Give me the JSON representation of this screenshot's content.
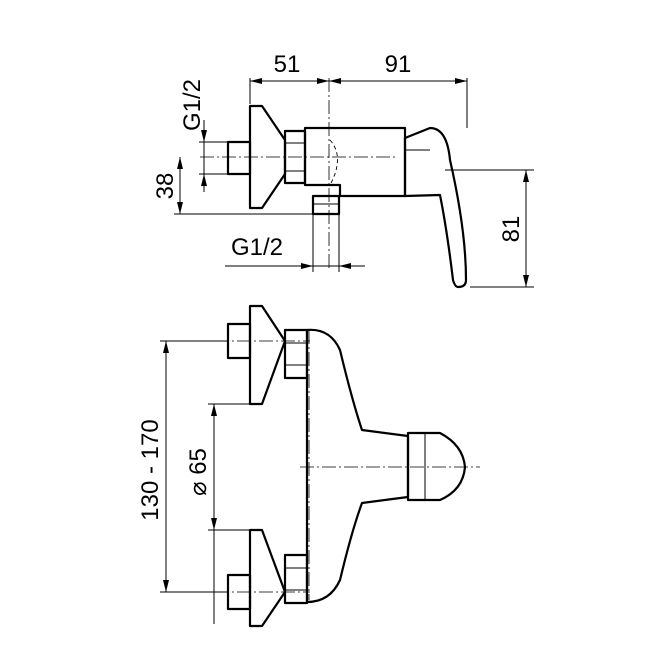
{
  "top_view": {
    "dim_inlet_thread": "G1/2",
    "dim_width_left": "51",
    "dim_width_right": "91",
    "dim_height_inlet": "38",
    "dim_outlet_thread": "G1/2",
    "dim_handle_height": "81"
  },
  "front_view": {
    "dim_center_distance": "130 - 170",
    "dim_flange_diameter": "⌀ 65"
  }
}
